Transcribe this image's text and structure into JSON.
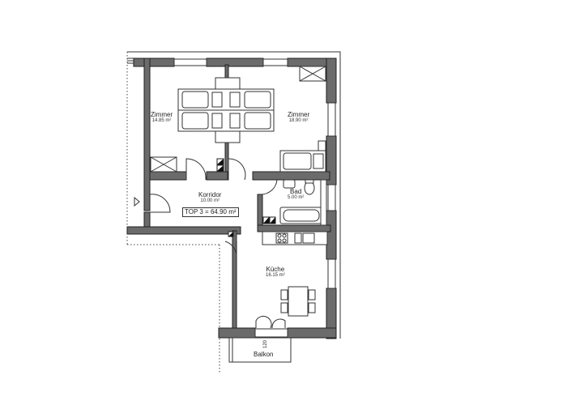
{
  "plan": {
    "unit_label": "TOP 3 = 64.90 m²",
    "colors": {
      "wall": "#6b6b6b",
      "outline": "#222222",
      "background": "#ffffff"
    },
    "rooms": [
      {
        "id": "zimmer-1",
        "name": "Zimmer",
        "area": "14.85 m²"
      },
      {
        "id": "zimmer-2",
        "name": "Zimmer",
        "area": "18.90 m²"
      },
      {
        "id": "korridor",
        "name": "Korridor",
        "area": "10.00 m²"
      },
      {
        "id": "bad",
        "name": "Bad",
        "area": "5.00 m²"
      },
      {
        "id": "kueche",
        "name": "Küche",
        "area": "16.15 m²"
      },
      {
        "id": "balkon",
        "name": "Balkon",
        "area": ""
      }
    ],
    "balkon_dimension": "120"
  }
}
